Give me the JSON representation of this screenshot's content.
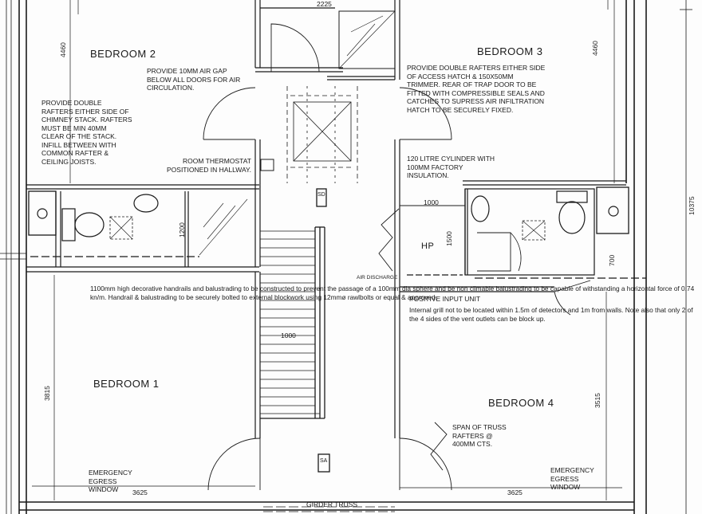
{
  "rooms": {
    "bedroom_1": "BEDROOM 1",
    "bedroom_2": "BEDROOM 2",
    "bedroom_3": "BEDROOM 3",
    "bedroom_4": "BEDROOM 4",
    "hot_press": "HP"
  },
  "notes": {
    "air_gap": "PROVIDE 10mm AIR GAP\nBELOW ALL DOORS FOR AIR\nCIRCULATION.",
    "double_rafters_chimney": "PROVIDE DOUBLE\nRAFTERS EITHER SIDE OF\nCHIMNEY STACK. RAFTERS\nMUST BE MIN 40mm\nCLEAR OF THE STACK.\nINFILL BETWEEN WITH\nCOMMON RAFTER &\nCEILING JOISTS.",
    "room_thermostat": "ROOM THERMOSTAT\nPOSITIONED IN HALLWAY.",
    "access_hatch": "PROVIDE DOUBLE RAFTERS EITHER SIDE\nOF ACCESS HATCH & 150x50mm\nTRIMMER. REAR OF TRAP DOOR TO BE\nFITTED WITH COMPRESSIBLE SEALS AND\nCATCHES TO SUPRESS AIR INFILTRATION\nHATCH TO BE SECURELY FIXED.",
    "cylinder": "120 LITRE CYLINDER WITH\n100mm FACTORY\nINSULATION.",
    "handrails": "1100mm high decorative handrails and\nbalustrading to be constructed to prevent\nthe passage of a 100mm dia sphere and\nbe non climable balustrading to be capable\nof withstanding a horizontal force of 0.74\nkn/m. Handrail & balustrading to be\nsecurely bolted to external blockwork using\n12mmø rawlbolts or equal & approved.",
    "piv_title": "POSITIVE INPUT UNIT",
    "piv_body": "Internal grill not to be located within\n1.5m of detectors and 1m from\nwalls. Note also that only 2 of the\n4 sides of the vent outlets can be\nblock up.",
    "truss_span": "SPAN OF TRUSS\nRAFTERS @\n400mm CTS.",
    "egress_left": "EMERGENCY\nEGRESS\nWINDOW",
    "egress_right": "EMERGENCY\nEGRESS\nWINDOW",
    "girder_truss": "GIRDER TRUSS",
    "air_discharge": "AIR DISCHARGE"
  },
  "dimensions": {
    "top": "2225",
    "bedroom2_height": "4460",
    "bedroom3_height": "4460",
    "overall_right": "10375",
    "bath_left": "1200",
    "cupboard_width": "1000",
    "hp_height": "1500",
    "ensuite": "700",
    "stair_width": "1000",
    "bedroom1_height": "3815",
    "bedroom4_height": "3515",
    "bedroom1_width": "3625",
    "bedroom4_width": "3625"
  },
  "symbols": {
    "smoke_detector": "SD",
    "smoke_alarm": "SA"
  }
}
